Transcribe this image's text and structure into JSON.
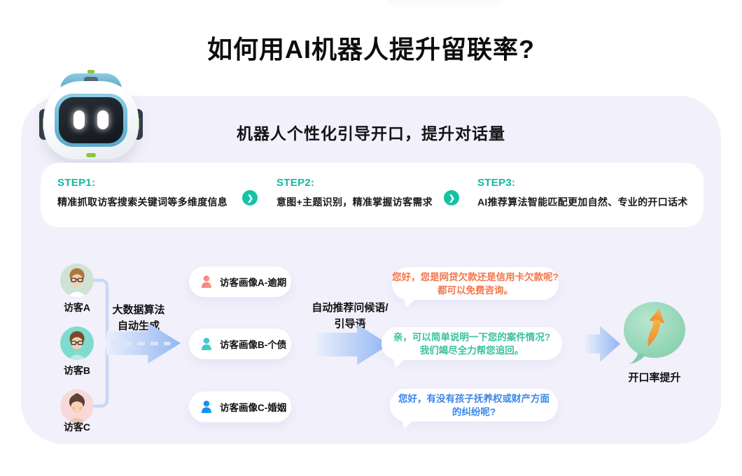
{
  "page_title": "如何用AI机器人提升留联率?",
  "panel": {
    "heading": "机器人个性化引导开口，提升对话量",
    "steps": [
      {
        "label": "STEP1:",
        "desc": "精准抓取访客搜索关键词等多维度信息"
      },
      {
        "label": "STEP2:",
        "desc": "意图+主题识别，精准掌握访客需求"
      },
      {
        "label": "STEP3:",
        "desc": "AI推荐算法智能匹配更加自然、专业的开口话术"
      }
    ],
    "visitors": [
      {
        "label": "访客A"
      },
      {
        "label": "访客B"
      },
      {
        "label": "访客C"
      }
    ],
    "bigdata_label": "大数据算法\n自动生成",
    "profiles": [
      {
        "label": "访客画像A-逾期"
      },
      {
        "label": "访客画像B-个债"
      },
      {
        "label": "访客画像C-婚姻"
      }
    ],
    "recommend_label": "自动推荐问候语/\n引导语",
    "messages": [
      {
        "text": "您好，您是网贷欠款还是信用卡欠款呢?\n都可以免费咨询。",
        "color": "#f2764b"
      },
      {
        "text": "亲，可以简单说明一下您的案件情况?\n我们竭尽全力帮您追回。",
        "color": "#38c2a0"
      },
      {
        "text": "您好，有没有孩子抚养权或财产方面\n的纠纷呢?",
        "color": "#3d87e9"
      }
    ],
    "result_label": "开口率提升"
  },
  "icons": {
    "step_chevron": "❯",
    "robot": "robot-mascot",
    "profile_person": "person-silhouette",
    "result_bubble": "speech-bubble-up-arrow"
  },
  "colors": {
    "accent_teal": "#14c3a5",
    "panel_bg": "#f2f0fb",
    "arrow_blue_light": "#e9effc",
    "arrow_blue": "#92b6f3",
    "msg_orange": "#f2764b",
    "msg_teal": "#38c2a0",
    "msg_blue": "#3d87e9",
    "result_green": "#86cfae",
    "result_arrow_orange": "#f2a03c"
  }
}
